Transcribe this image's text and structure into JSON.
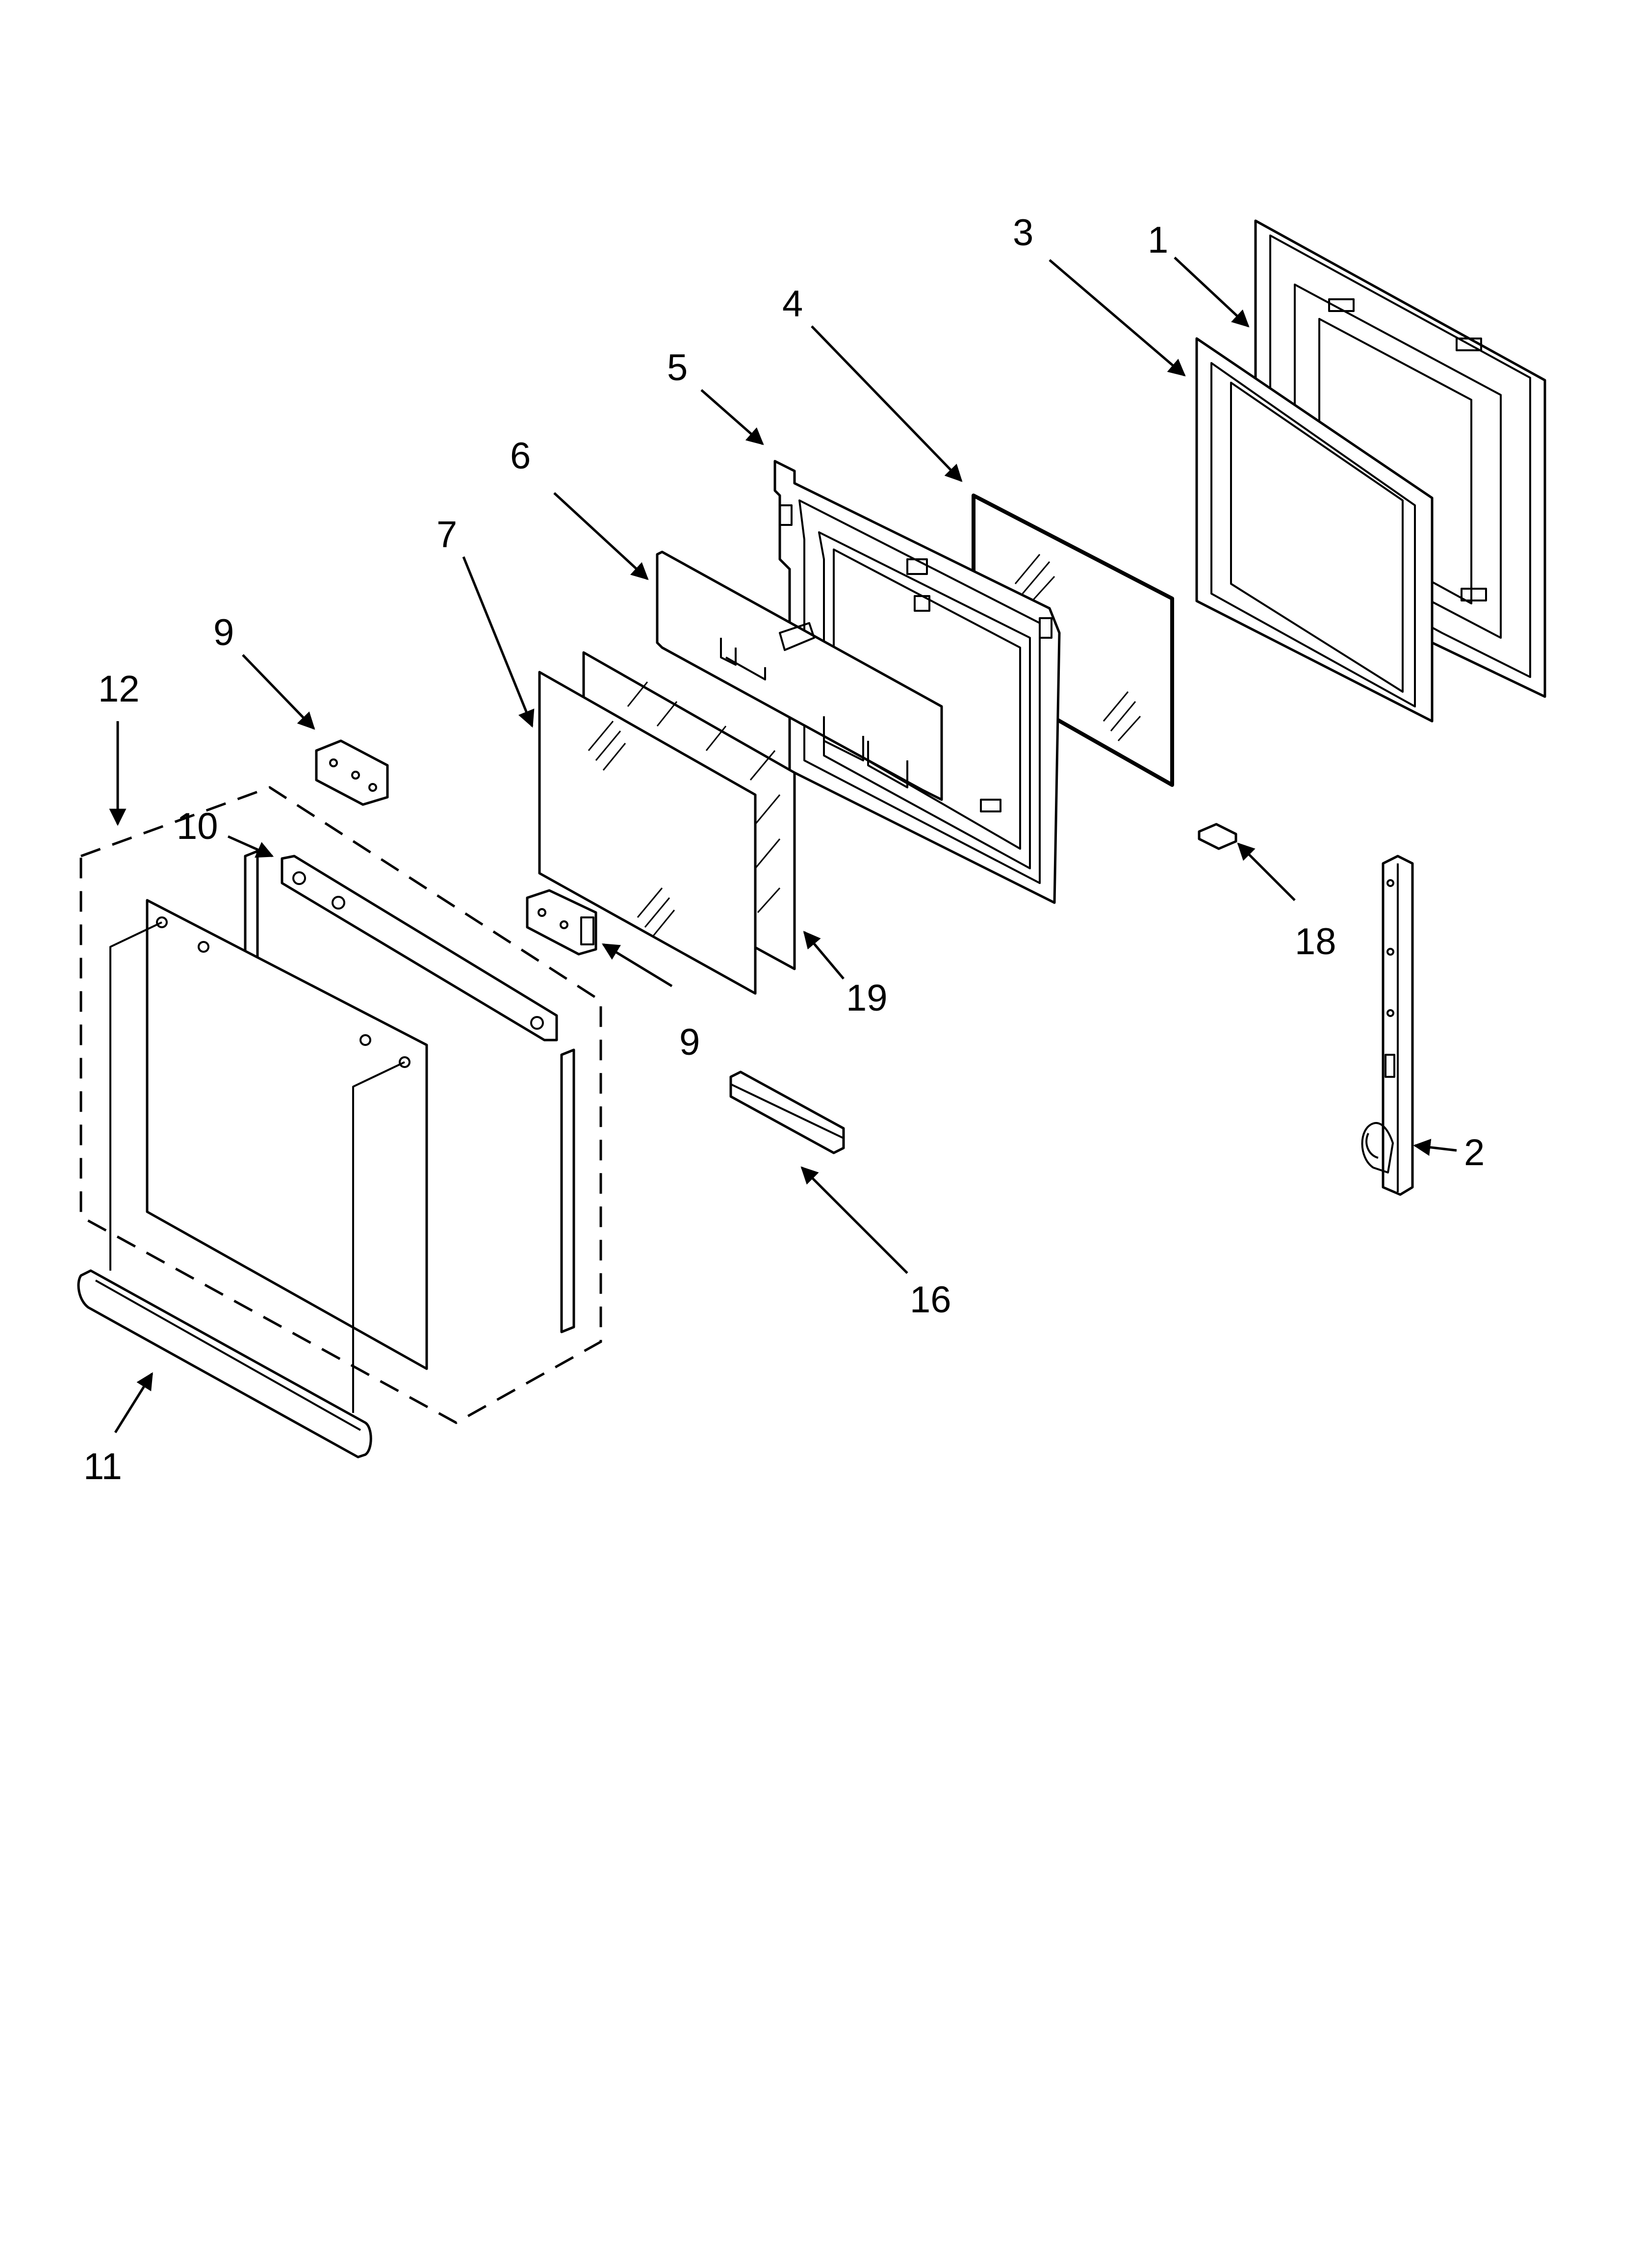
{
  "diagram": {
    "callouts": [
      {
        "id": "c1",
        "label": "1"
      },
      {
        "id": "c2",
        "label": "2"
      },
      {
        "id": "c3",
        "label": "3"
      },
      {
        "id": "c4",
        "label": "4"
      },
      {
        "id": "c5",
        "label": "5"
      },
      {
        "id": "c6",
        "label": "6"
      },
      {
        "id": "c7",
        "label": "7"
      },
      {
        "id": "c9a",
        "label": "9"
      },
      {
        "id": "c9b",
        "label": "9"
      },
      {
        "id": "c10",
        "label": "10"
      },
      {
        "id": "c11",
        "label": "11"
      },
      {
        "id": "c12",
        "label": "12"
      },
      {
        "id": "c16",
        "label": "16"
      },
      {
        "id": "c18",
        "label": "18"
      },
      {
        "id": "c19",
        "label": "19"
      }
    ]
  }
}
